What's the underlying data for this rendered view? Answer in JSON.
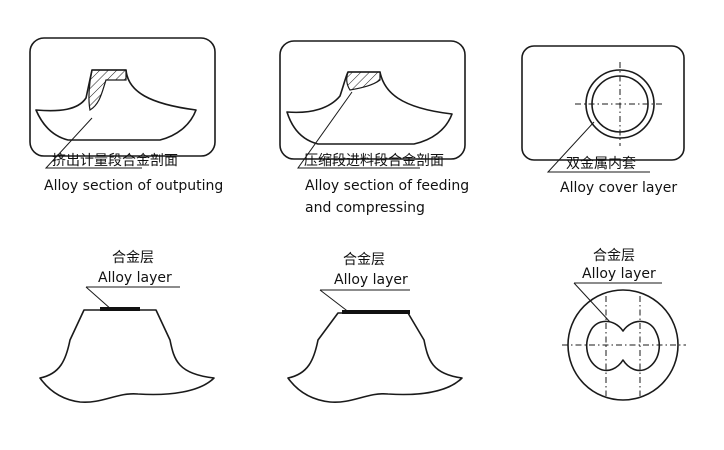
{
  "diagram": {
    "top_row": [
      {
        "label_zh": "挤出计量段合金剖面",
        "label_en": "Alloy section of  outputing"
      },
      {
        "label_zh": "压缩段进料段合金剖面",
        "label_en_line1": "Alloy section of  feeding",
        "label_en_line2": "and compressing"
      },
      {
        "label_zh": "双金属内套",
        "label_en": "Alloy cover layer"
      }
    ],
    "bottom_row": [
      {
        "label_zh": "合金层",
        "label_en": "Alloy  layer"
      },
      {
        "label_zh": "合金层",
        "label_en": "Alloy  layer"
      },
      {
        "label_zh": "合金层",
        "label_en": "Alloy  layer"
      }
    ]
  }
}
